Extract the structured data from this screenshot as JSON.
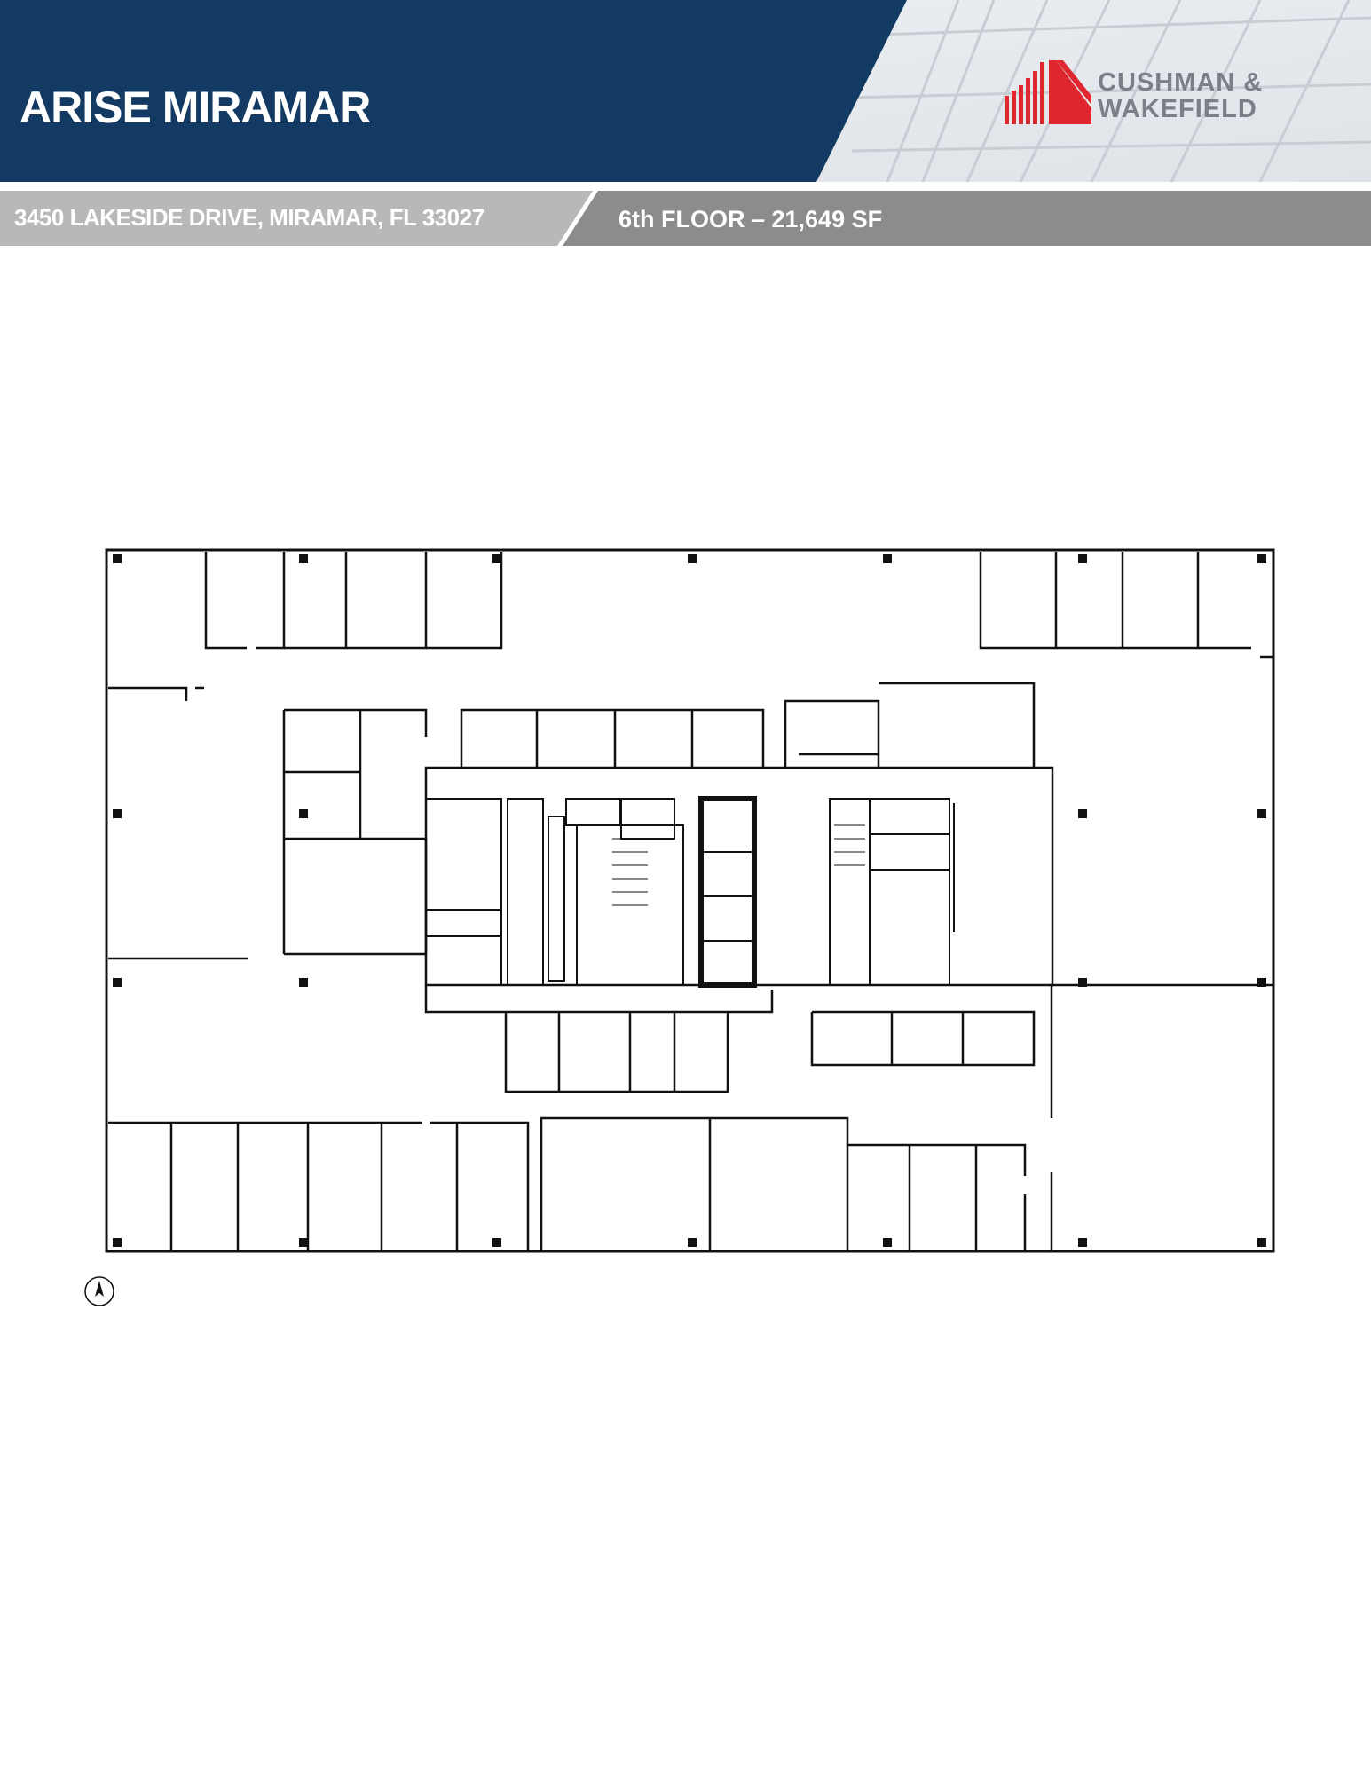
{
  "header": {
    "title": "ARISE MIRAMAR",
    "brand": {
      "line1": "CUSHMAN &",
      "line2": "WAKEFIELD",
      "logo_color": "#e0262e",
      "text_color": "#7a7f88"
    },
    "banner_color": "#123a63"
  },
  "subheader": {
    "address": "3450 LAKESIDE DRIVE, MIRAMAR, FL 33027",
    "floor": "6th FLOOR – 21,649 SF",
    "bar_color": "#8c8c8c",
    "address_bar_color": "#b8b8b8"
  },
  "floorplan": {
    "icon": "north-arrow-icon"
  }
}
